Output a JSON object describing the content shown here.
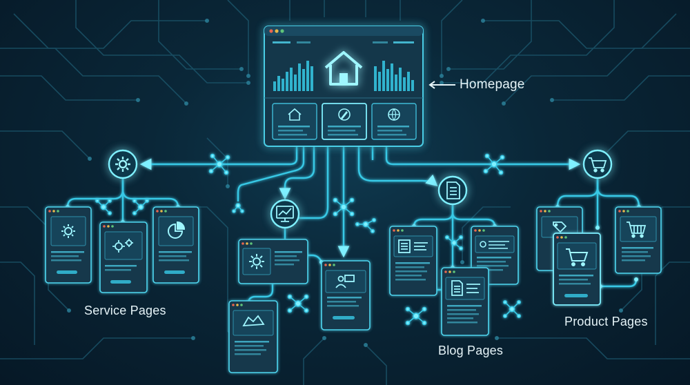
{
  "labels": {
    "homepage": "Homepage",
    "service_pages": "Service Pages",
    "blog_pages": "Blog Pages",
    "product_pages": "Product Pages"
  },
  "colors": {
    "background": "#061826",
    "line": "#37c9e6",
    "glow": "#7ff0ff",
    "card_fill": "#12384c",
    "card_border": "#4fd6ef",
    "dot_red": "#e8664f",
    "dot_yellow": "#e6b84a",
    "dot_green": "#5fc47a"
  },
  "icons": {
    "homepage": "house-icon",
    "service_hub": "gear-icon",
    "analytics_hub": "trend-chart-icon",
    "blog_hub": "document-icon",
    "product_hub": "shopping-cart-icon"
  }
}
